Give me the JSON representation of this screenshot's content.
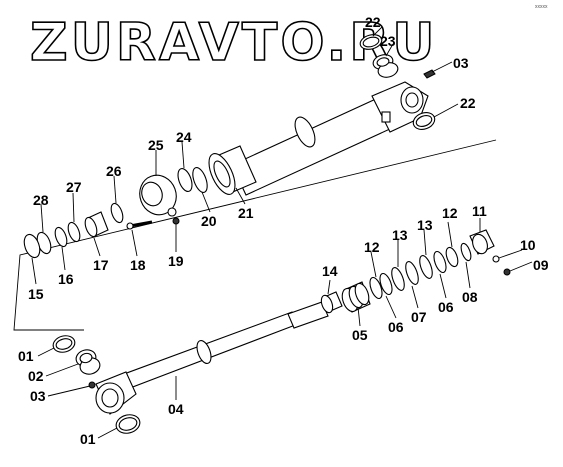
{
  "watermark": "ZURAVTO.RU",
  "corner_text": "xxxxx",
  "labels": {
    "l22a": "22",
    "l23": "23",
    "l03a": "03",
    "l22b": "22",
    "l25": "25",
    "l24": "24",
    "l26": "26",
    "l27": "27",
    "l28": "28",
    "l20": "20",
    "l21": "21",
    "l17": "17",
    "l18": "18",
    "l19": "19",
    "l16": "16",
    "l15": "15",
    "l11": "11",
    "l10": "10",
    "l09": "09",
    "l12a": "12",
    "l13a": "13",
    "l13b": "13",
    "l12b": "12",
    "l14": "14",
    "l05": "05",
    "l06a": "06",
    "l07": "07",
    "l06b": "06",
    "l08": "08",
    "l01a": "01",
    "l02": "02",
    "l03b": "03",
    "l04": "04",
    "l01b": "01"
  }
}
